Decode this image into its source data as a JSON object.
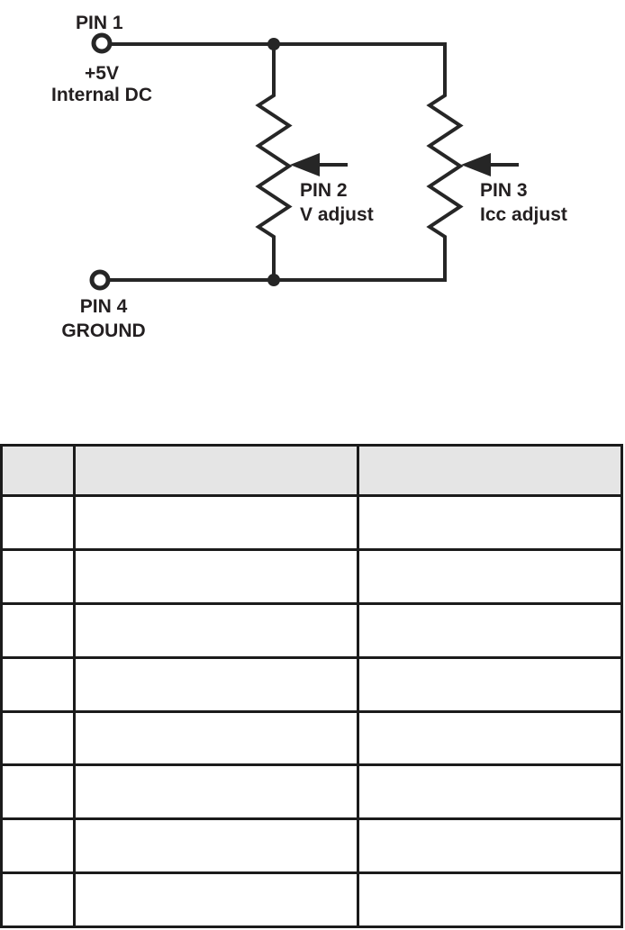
{
  "colors": {
    "line": "#262626",
    "text": "#231f20",
    "table_border": "#1b1b1b",
    "table_header_bg": "#e5e5e5"
  },
  "diagram": {
    "pin1": {
      "label": "PIN 1",
      "lines": [
        "+5V",
        "Internal DC"
      ]
    },
    "pin2": {
      "label": "PIN 2",
      "sub": "V adjust"
    },
    "pin3": {
      "label": "PIN 3",
      "sub": "Icc adjust"
    },
    "pin4": {
      "label": "PIN 4",
      "sub": "GROUND"
    }
  },
  "table": {
    "headers": [
      "",
      "",
      ""
    ],
    "rows": [
      [
        "",
        "",
        ""
      ],
      [
        "",
        "",
        ""
      ],
      [
        "",
        "",
        ""
      ],
      [
        "",
        "",
        ""
      ],
      [
        "",
        "",
        ""
      ],
      [
        "",
        "",
        ""
      ],
      [
        "",
        "",
        ""
      ],
      [
        "",
        "",
        ""
      ]
    ]
  }
}
